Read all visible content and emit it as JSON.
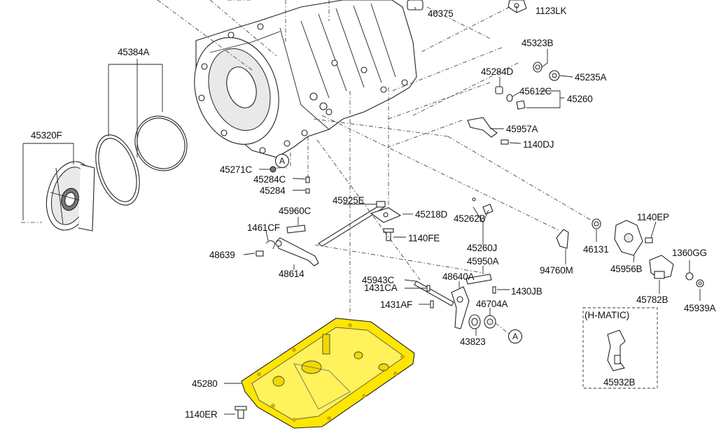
{
  "diagram": {
    "labels": {
      "p46375": "46375",
      "p1123LK": "1123LK",
      "p45384A": "45384A",
      "p45323B": "45323B",
      "p45235A": "45235A",
      "p45284D": "45284D",
      "p45612C": "45612C",
      "p45260": "45260",
      "p45320F": "45320F",
      "p45957A": "45957A",
      "p1140DJ": "1140DJ",
      "p45271C": "45271C",
      "p45284C": "45284C",
      "p45284": "45284",
      "p45925E": "45925E",
      "p45218D": "45218D",
      "p45960C": "45960C",
      "p45262B": "45262B",
      "p1140EP": "1140EP",
      "p1461CF": "1461CF",
      "p1140FE": "1140FE",
      "p45260J": "45260J",
      "p1360GG": "1360GG",
      "p48639": "48639",
      "p46131": "46131",
      "p45956B": "45956B",
      "p48614": "48614",
      "p45950A": "45950A",
      "p94760M": "94760M",
      "p45943C": "45943C",
      "p48640A": "48640A",
      "p1431CA": "1431CA",
      "p1430JB": "1430JB",
      "p45782B": "45782B",
      "p45939A": "45939A",
      "p1431AF": "1431AF",
      "p46704A": "46704A",
      "p43823": "43823",
      "p45280": "45280",
      "p1140ER": "1140ER",
      "p45932B": "45932B"
    },
    "refs": {
      "a1": "A",
      "a2": "A"
    },
    "hmatic_title": "(H-MATIC)",
    "highlight_color": "#ffe600"
  }
}
